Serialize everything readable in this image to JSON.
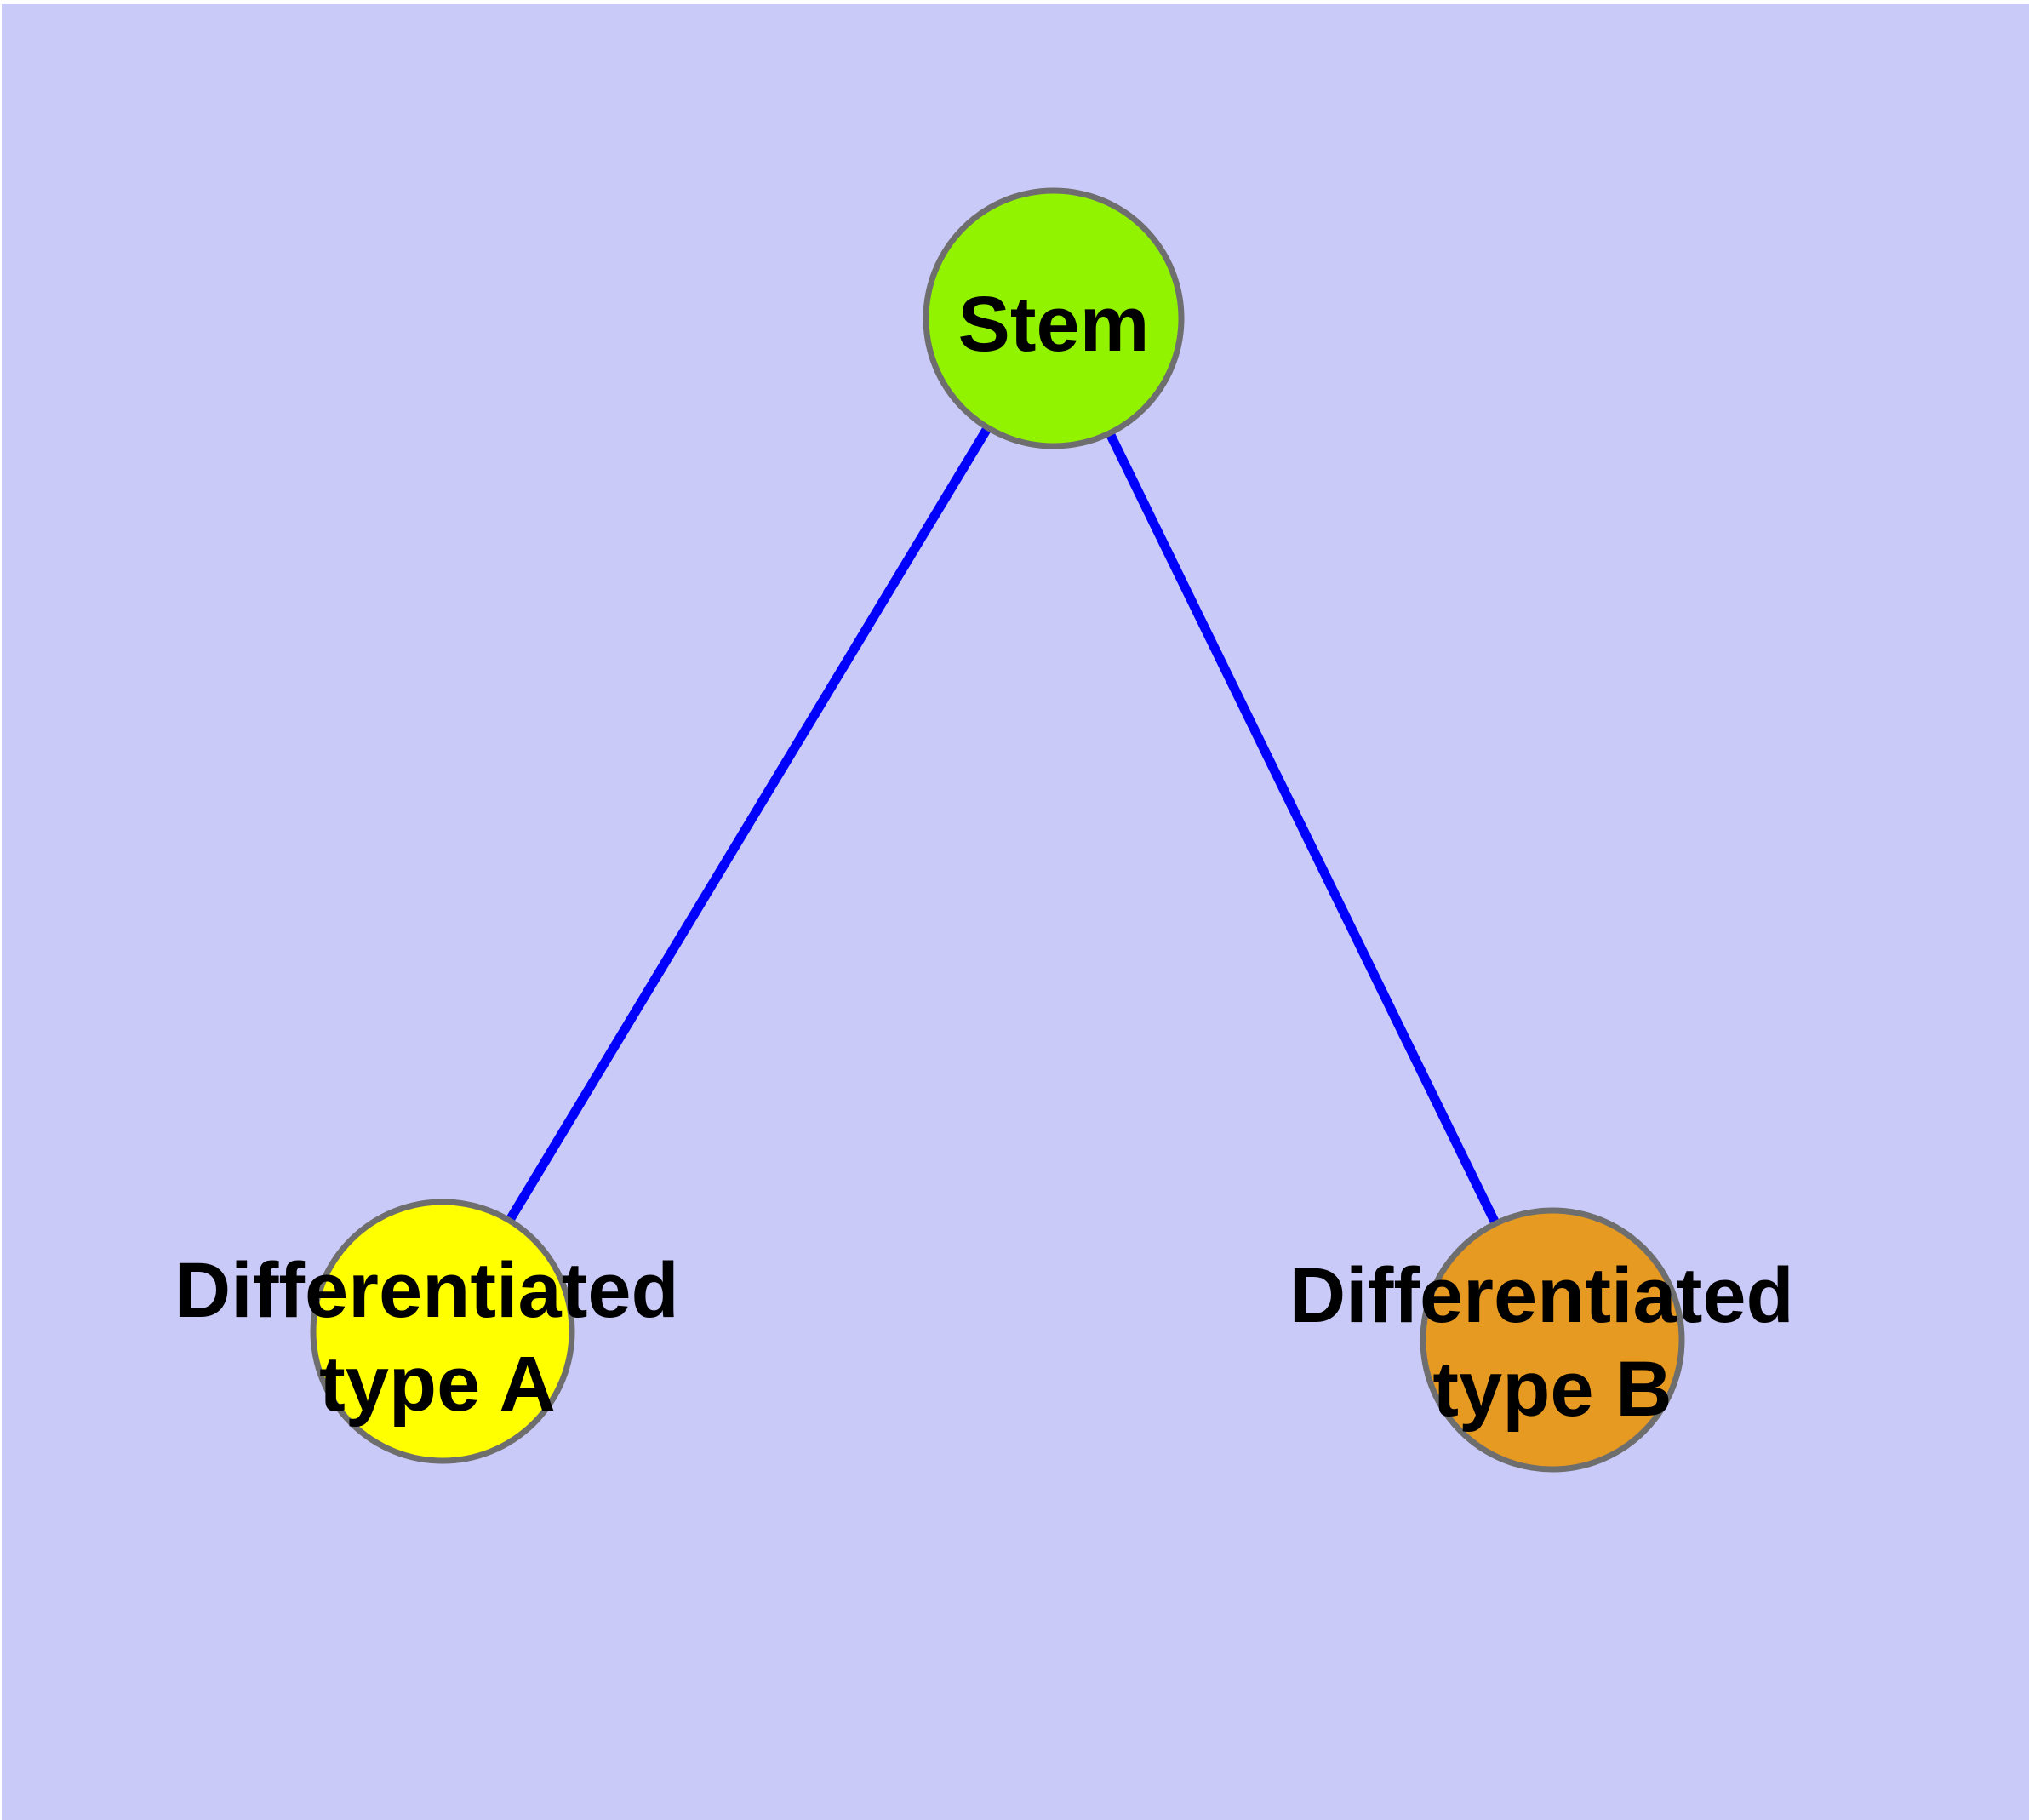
{
  "diagram": {
    "type": "graph",
    "description": "Stem cell differentiation tree with one root node and two differentiated child nodes",
    "background": {
      "color": "#CACAF8",
      "margin_color": "#FFFFFF"
    },
    "colors": {
      "node_border": "#6E6E6E",
      "edge": "#0000FC",
      "label_text": "#000000"
    },
    "nodes": {
      "stem": {
        "label": "Stem",
        "color": "#92F300"
      },
      "type_a": {
        "label_line1": "Differentiated",
        "label_line2": "type A",
        "color": "#FFFF00"
      },
      "type_b": {
        "label_line1": "Differentiated",
        "label_line2": "type B",
        "color": "#E69A22"
      }
    },
    "edges": [
      {
        "from": "Stem",
        "to": "Differentiated type A"
      },
      {
        "from": "Stem",
        "to": "Differentiated type B"
      }
    ]
  }
}
